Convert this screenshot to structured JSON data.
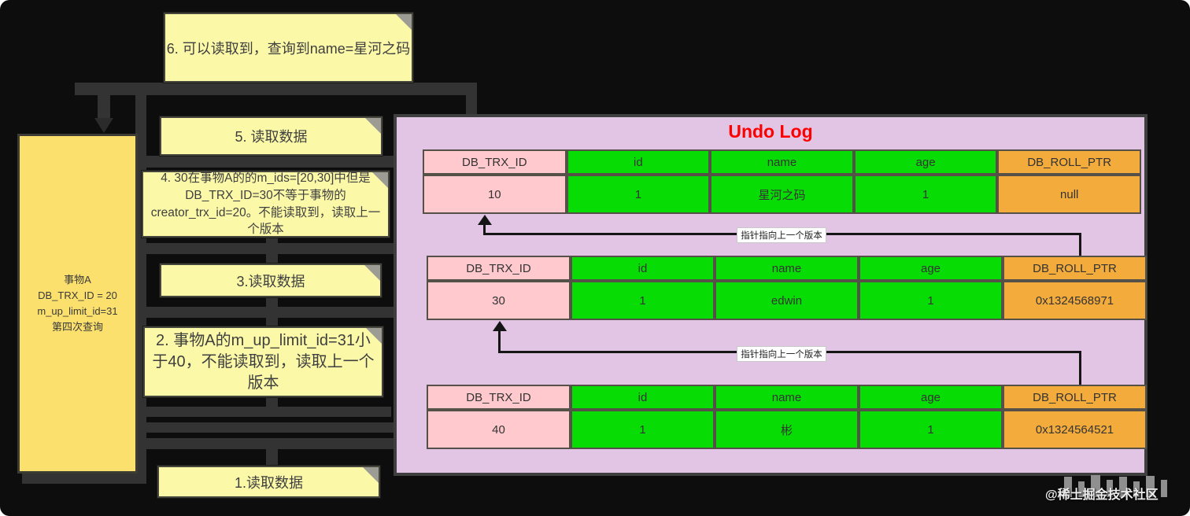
{
  "left_box": {
    "lines": [
      "事物A",
      "DB_TRX_ID = 20",
      "m_up_limit_id=31",
      "第四次查询"
    ]
  },
  "notes": [
    {
      "id": "6",
      "text": "6. 可以读取到，查询到name=星河之码"
    },
    {
      "id": "5",
      "text": "5.  读取数据"
    },
    {
      "id": "4",
      "text": "4.   30在事物A的的m_ids=[20,30]中但是DB_TRX_ID=30不等于事物的creator_trx_id=20。不能读取到，读取上一个版本"
    },
    {
      "id": "3",
      "text": "3.读取数据"
    },
    {
      "id": "2",
      "text": "2.   事物A的m_up_limit_id=31小于40，不能读取到，读取上一个版本"
    },
    {
      "id": "1",
      "text": "1.读取数据"
    }
  ],
  "panel": {
    "title": "Undo Log",
    "title_color": "#fe0000",
    "bg_color": "#e2c4e4"
  },
  "tables": [
    {
      "headers": [
        "DB_TRX_ID",
        "id",
        "name",
        "age",
        "DB_ROLL_PTR"
      ],
      "values": [
        "10",
        "1",
        "星河之码",
        "1",
        "null"
      ]
    },
    {
      "headers": [
        "DB_TRX_ID",
        "id",
        "name",
        "age",
        "DB_ROLL_PTR"
      ],
      "values": [
        "30",
        "1",
        "edwin",
        "1",
        "0x1324568971"
      ]
    },
    {
      "headers": [
        "DB_TRX_ID",
        "id",
        "name",
        "age",
        "DB_ROLL_PTR"
      ],
      "values": [
        "40",
        "1",
        "彬",
        "1",
        "0x1324564521"
      ]
    }
  ],
  "pointer_labels": {
    "p1": "指针指向上一个版本",
    "p2": "指针指向上一个版本"
  },
  "watermark": "@稀土掘金技术社区",
  "colors": {
    "background": "#0d0d0d",
    "note_bg": "#fbf9a8",
    "left_box_bg": "#fbe06e",
    "cell_pink": "#ffc9ce",
    "cell_green": "#07dc04",
    "cell_orange": "#f3ab3c",
    "connector": "#333333"
  }
}
